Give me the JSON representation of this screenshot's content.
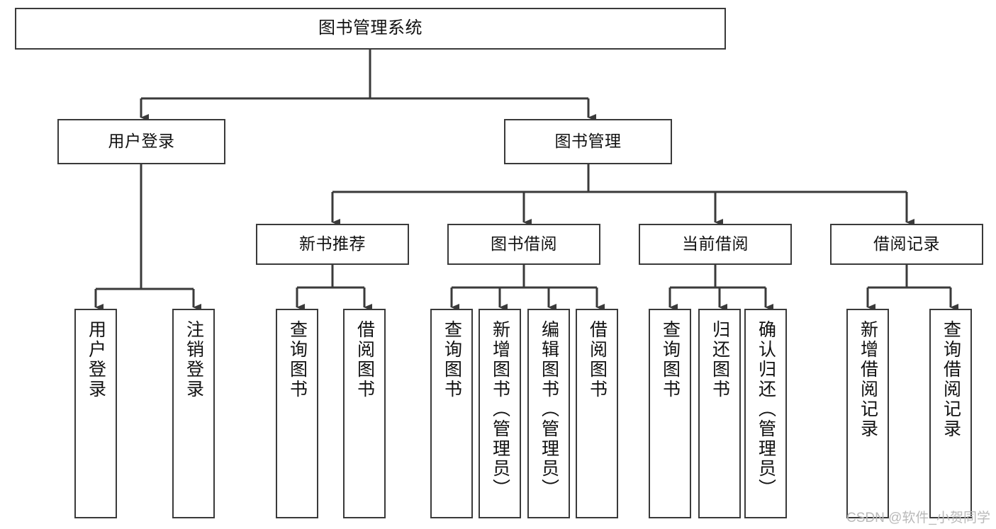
{
  "diagram": {
    "title": "图书管理系统",
    "type": "hierarchy-tree",
    "watermark": "CSDN @软件_小贺同学",
    "colors": {
      "box_border": "#3a3a3a",
      "box_fill": "#ffffff",
      "edge": "#3a3a3a",
      "text": "#111111",
      "watermark": "#b9b9b9"
    },
    "nodes": {
      "root": {
        "label": "图书管理系统"
      },
      "level2": [
        {
          "label": "用户登录"
        },
        {
          "label": "图书管理"
        }
      ],
      "level3": [
        {
          "label": "新书推荐"
        },
        {
          "label": "图书借阅"
        },
        {
          "label": "当前借阅"
        },
        {
          "label": "借阅记录"
        }
      ],
      "leaves": {
        "user_login": [
          {
            "label": "用户登录"
          },
          {
            "label": "注销登录"
          }
        ],
        "new_book_recommend": [
          {
            "label": "查询图书"
          },
          {
            "label": "借阅图书"
          }
        ],
        "book_borrow": [
          {
            "label": "查询图书"
          },
          {
            "label": "新增图书（管理员）"
          },
          {
            "label": "编辑图书（管理员）"
          },
          {
            "label": "借阅图书"
          }
        ],
        "current_borrow": [
          {
            "label": "查询图书"
          },
          {
            "label": "归还图书"
          },
          {
            "label": "确认归还（管理员）"
          }
        ],
        "borrow_record": [
          {
            "label": "新增借阅记录"
          },
          {
            "label": "查询借阅记录"
          }
        ]
      }
    }
  }
}
